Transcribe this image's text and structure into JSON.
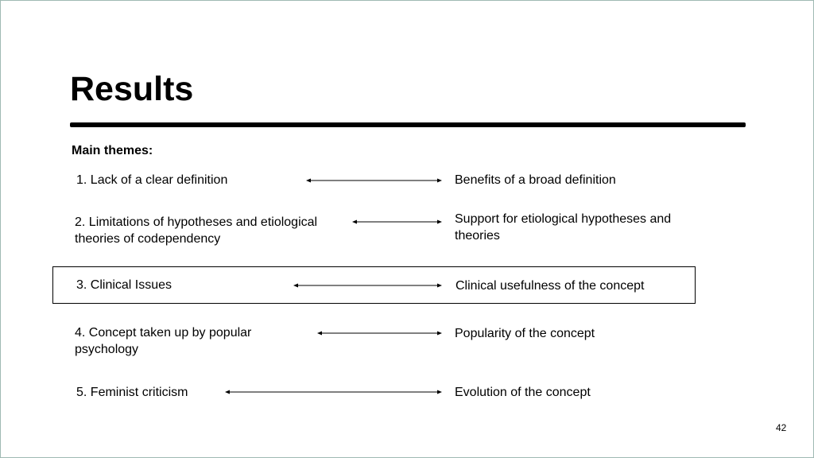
{
  "slide": {
    "title": "Results",
    "subtitle": "Main themes:",
    "page_number": "42",
    "themes": [
      {
        "left": "1. Lack of a clear definition",
        "right": "Benefits of a broad definition"
      },
      {
        "left": "2. Limitations of hypotheses and etiological theories of codependency",
        "right": "Support for etiological hypotheses and theories"
      },
      {
        "left": "3. Clinical Issues",
        "right": "Clinical usefulness of the concept"
      },
      {
        "left": "4. Concept taken up by popular psychology",
        "right": "Popularity of the concept"
      },
      {
        "left": "5. Feminist criticism",
        "right": "Evolution of the concept"
      }
    ]
  }
}
